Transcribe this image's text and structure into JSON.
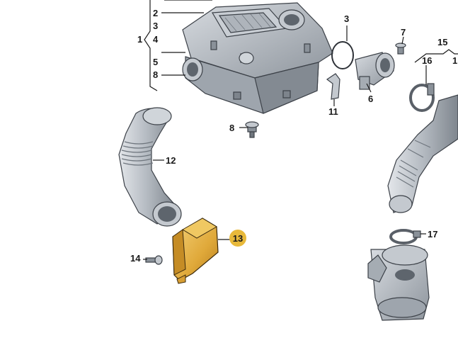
{
  "callouts": [
    {
      "id": "c1",
      "text": "1"
    },
    {
      "id": "c2",
      "text": "2"
    },
    {
      "id": "c3",
      "text": "3"
    },
    {
      "id": "c3b",
      "text": "3"
    },
    {
      "id": "c4",
      "text": "4"
    },
    {
      "id": "c5",
      "text": "5"
    },
    {
      "id": "c6",
      "text": "6"
    },
    {
      "id": "c7",
      "text": "7"
    },
    {
      "id": "c8",
      "text": "8"
    },
    {
      "id": "c8b",
      "text": "8"
    },
    {
      "id": "c11",
      "text": "11"
    },
    {
      "id": "c12",
      "text": "12"
    },
    {
      "id": "c13",
      "text": "13"
    },
    {
      "id": "c14",
      "text": "14"
    },
    {
      "id": "c15",
      "text": "15"
    },
    {
      "id": "c16",
      "text": "16"
    },
    {
      "id": "c17",
      "text": "17"
    },
    {
      "id": "c1r",
      "text": "1"
    }
  ],
  "colors": {
    "highlight": "#e8b93a",
    "part_fill": "#b9bfc6",
    "part_shadow": "#8e959d",
    "part_light": "#dfe3e7",
    "line": "#1a1a1a"
  }
}
